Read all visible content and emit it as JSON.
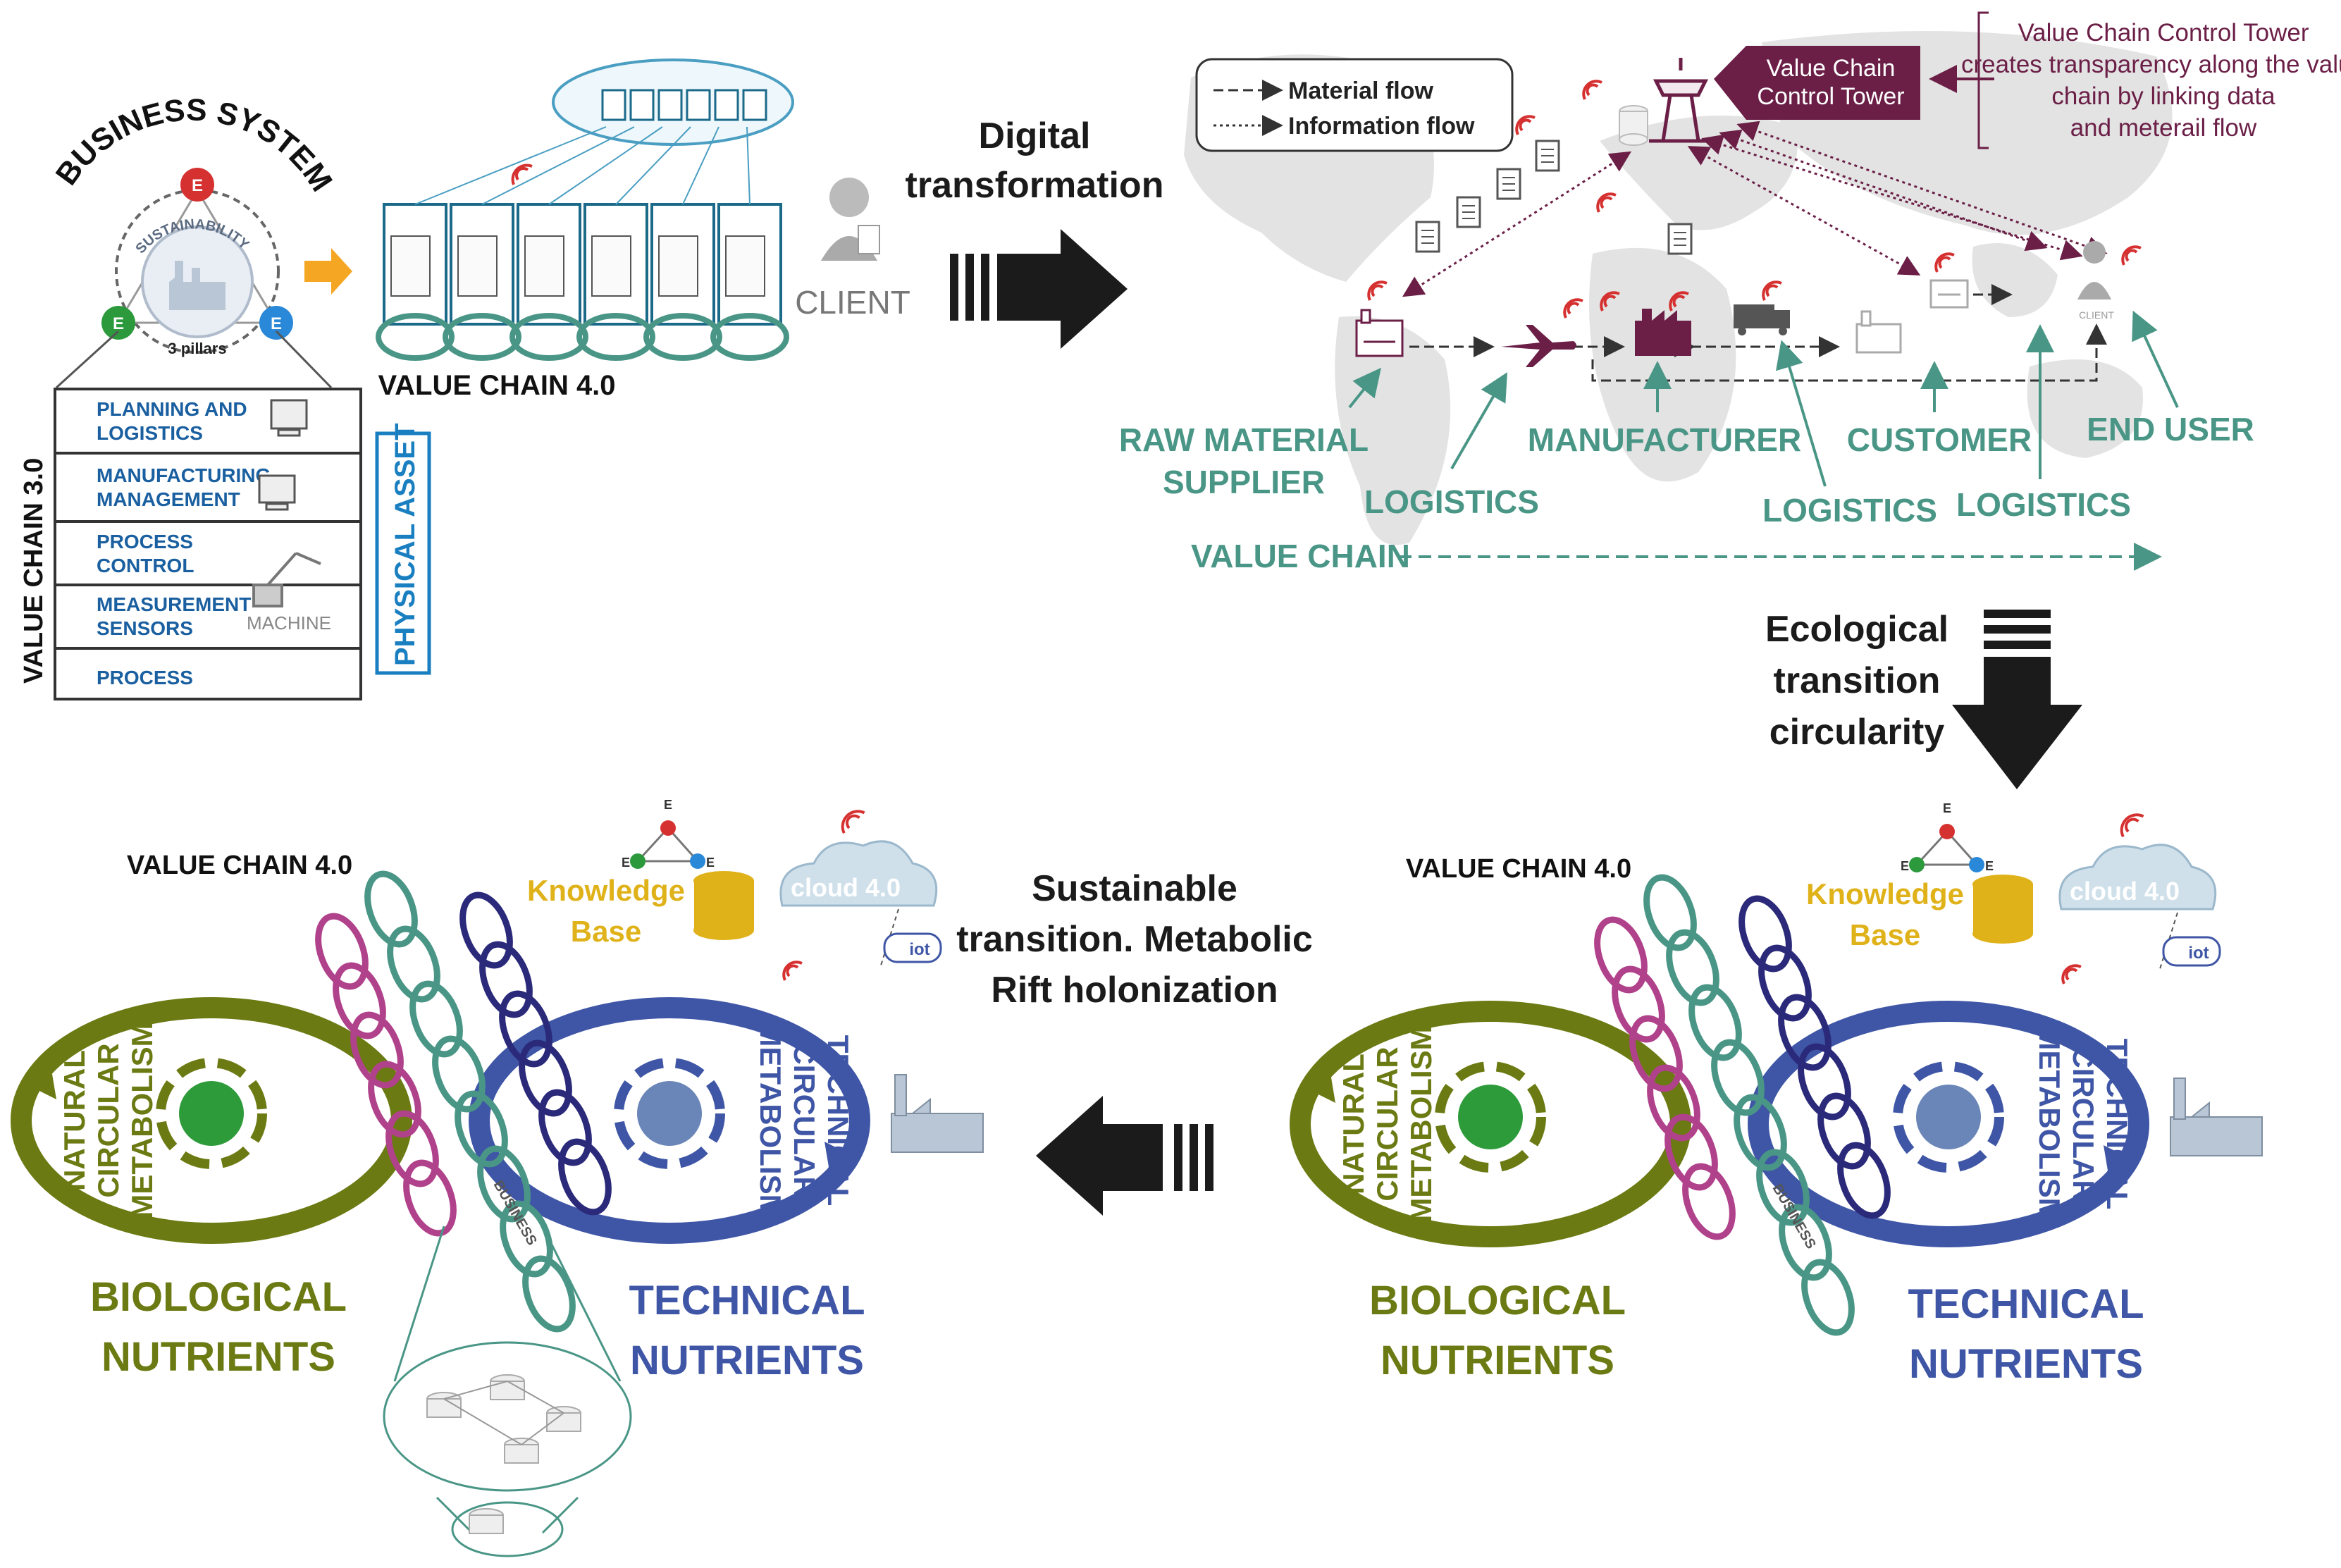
{
  "colors": {
    "teal": "#4a9686",
    "maroon": "#6b1f47",
    "olive": "#6b7a12",
    "navy_blue": "#3f56a6",
    "dark_navy": "#2b2a7a",
    "magenta": "#b0418b",
    "sky_blue": "#1a7fc1",
    "dark": "#1b1b1b",
    "gold": "#e0b21a",
    "orange_arrow": "#f5a623",
    "red": "#d63131",
    "green": "#2c9a3c",
    "blue": "#2a88d8",
    "map_grey": "#e3e3e3"
  },
  "top_left": {
    "business_system_title": "BUSINESS SYSTEM",
    "sustainability_label": "SUSTAINABILITY",
    "pillars_label": "3 pillars",
    "pillar_letter": "E",
    "value_chain_30_label": "VALUE CHAIN 3.0",
    "layers": [
      "PLANNING AND LOGISTICS",
      "MANUFACTURING MANAGEMENT",
      "PROCESS CONTROL",
      "MEASUREMENT SENSORS",
      "PROCESS"
    ],
    "machine_label": "MACHINE",
    "physical_asset_label": "PHYSICAL ASSET",
    "value_chain_40_label": "VALUE CHAIN 4.0",
    "client_label": "CLIENT"
  },
  "transitions": {
    "digital": "Digital transformation",
    "ecological": "Ecological transition circularity",
    "sustainable": "Sustainable transition. Metabolic Rift holonization"
  },
  "map_panel": {
    "legend_material": "Material flow",
    "legend_information": "Information flow",
    "control_tower_label": "Value Chain Control Tower",
    "control_tower_note": "Value Chain Control Tower creates transparency along the value chain by linking data and meterail flow",
    "client_small": "CLIENT",
    "nodes": {
      "raw_material_supplier": "RAW MATERIAL SUPPLIER",
      "logistics_1": "LOGISTICS",
      "manufacturer": "MANUFACTURER",
      "logistics_2": "LOGISTICS",
      "customer": "CUSTOMER",
      "logistics_3": "LOGISTICS",
      "end_user": "END USER"
    },
    "value_chain_label": "VALUE CHAIN"
  },
  "circular": {
    "value_chain_40_label": "VALUE CHAIN 4.0",
    "knowledge_base_label": "Knowledge Base",
    "cloud_label": "cloud 4.0",
    "iot_label": "iot",
    "natural_metabolism": "NATURAL CIRCULAR METABOLISM",
    "technical_metabolism": "TECHNICAL CIRCULAR METABOLISM",
    "business_label": "BUSINESS",
    "biological_nutrients": "BIOLOGICAL NUTRIENTS",
    "technical_nutrients": "TECHNICAL NUTRIENTS",
    "pillar_letter": "E"
  }
}
